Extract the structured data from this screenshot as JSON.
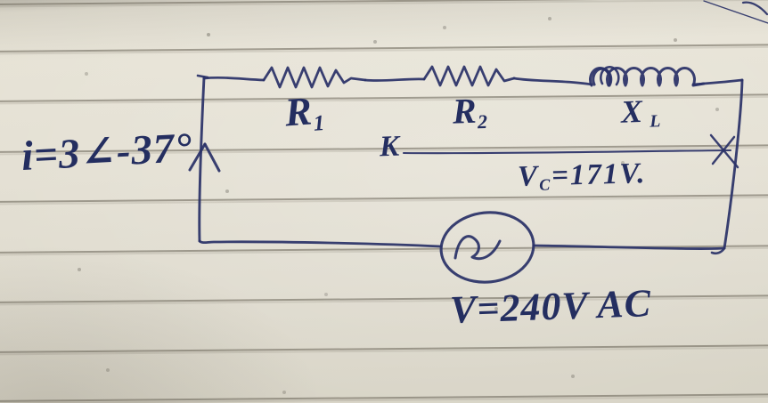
{
  "scene": {
    "kind": "hand-drawn series AC circuit diagram on ruled notebook paper"
  },
  "labels": {
    "current": {
      "text": "i=3∠-37°"
    },
    "r1": {
      "base": "R",
      "sub": "1"
    },
    "r2": {
      "base": "R",
      "sub": "2"
    },
    "xl": {
      "base": "X",
      "sub": "L"
    },
    "k": {
      "text": "K"
    },
    "vc": {
      "base": "V",
      "sub": "C",
      "rest": "=171V."
    },
    "source": {
      "text": "V=240V AC"
    }
  },
  "symbols": {
    "r1": "resistor-zigzag",
    "r2": "resistor-zigzag",
    "xl": "inductor-coil",
    "source": "ac-source-circle-with-sine",
    "current_arrow": "upward-arrow-on-left-wire",
    "vc_arrow": "horizontal-measurement-arrow-from-K-to-right-wire"
  },
  "colors": {
    "ink": "#2a3267",
    "paper": "#e2ded1",
    "ruled_line": "#6b6558"
  }
}
